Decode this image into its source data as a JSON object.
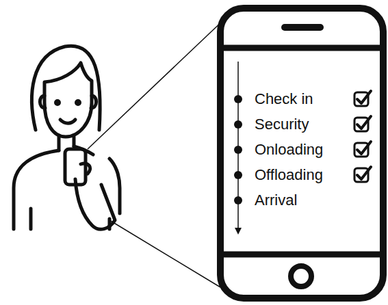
{
  "diagram": {
    "labels": [
      "Check in",
      "Security",
      "Onloading",
      "Offloading",
      "Arrival"
    ]
  }
}
